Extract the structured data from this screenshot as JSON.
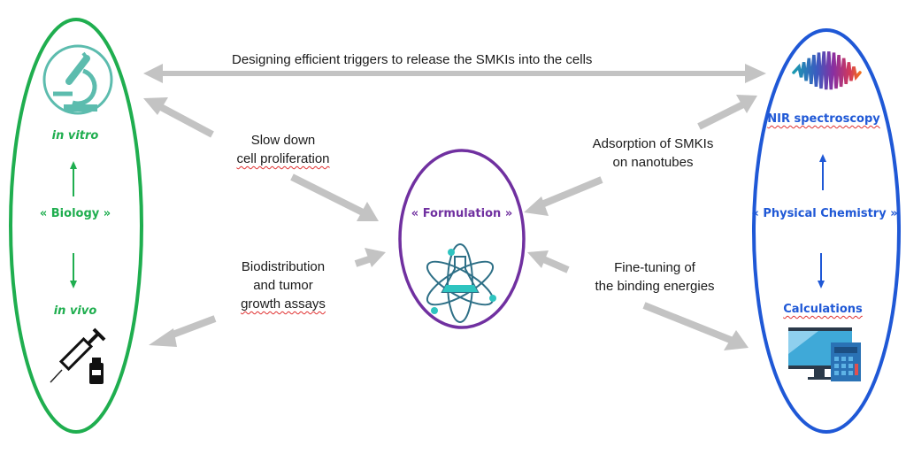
{
  "colors": {
    "biology": "#1fae4f",
    "physical_chemistry": "#1f58d6",
    "formulation": "#7030a0",
    "arrow": "#c3c3c3",
    "icon_teal": "#5cbcae"
  },
  "top_link": {
    "label": "Designing efficient triggers to release the SMKIs into the cells"
  },
  "biology": {
    "title": "« Biology »",
    "top_label": "in vitro",
    "bottom_label": "in vivo",
    "top_icon": "microscope-icon",
    "bottom_icon": "syringe-vial-icon"
  },
  "physical_chemistry": {
    "title": "« Physical Chemistry »",
    "top_label": "NIR spectroscopy",
    "bottom_label": "Calculations",
    "top_icon": "spectrum-wave-icon",
    "bottom_icon": "computer-calculator-icon"
  },
  "formulation": {
    "title": "« Formulation »",
    "icon": "atom-flask-icon"
  },
  "links": {
    "slow_down": [
      "Slow down",
      "cell proliferation"
    ],
    "biodistribution": [
      "Biodistribution",
      "and tumor",
      "growth assays"
    ],
    "adsorption": [
      "Adsorption of SMKIs",
      "on nanotubes"
    ],
    "fine_tuning": [
      "Fine-tuning of",
      "the binding energies"
    ]
  }
}
